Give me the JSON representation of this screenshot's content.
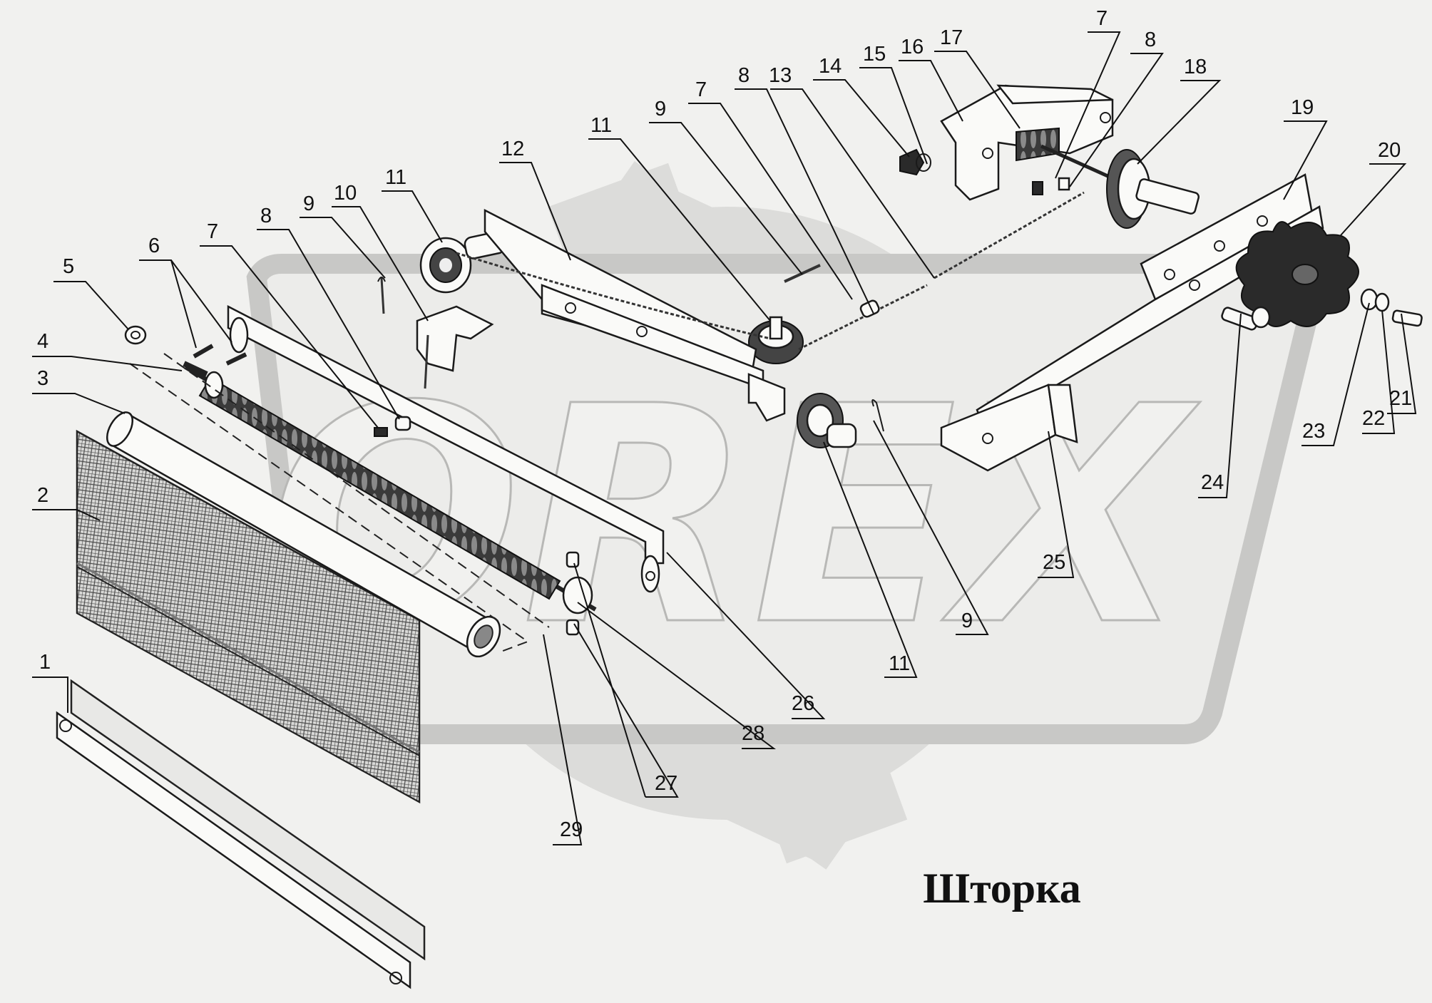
{
  "title": "Шторка",
  "watermark": "OREX",
  "callouts": [
    {
      "id": "c1",
      "label": "1"
    },
    {
      "id": "c2",
      "label": "2"
    },
    {
      "id": "c3",
      "label": "3"
    },
    {
      "id": "c4",
      "label": "4"
    },
    {
      "id": "c5",
      "label": "5"
    },
    {
      "id": "c6",
      "label": "6"
    },
    {
      "id": "c7a",
      "label": "7"
    },
    {
      "id": "c8a",
      "label": "8"
    },
    {
      "id": "c9a",
      "label": "9"
    },
    {
      "id": "c10",
      "label": "10"
    },
    {
      "id": "c11a",
      "label": "11"
    },
    {
      "id": "c12",
      "label": "12"
    },
    {
      "id": "c11b",
      "label": "11"
    },
    {
      "id": "c9b",
      "label": "9"
    },
    {
      "id": "c7b",
      "label": "7"
    },
    {
      "id": "c8b",
      "label": "8"
    },
    {
      "id": "c13",
      "label": "13"
    },
    {
      "id": "c14",
      "label": "14"
    },
    {
      "id": "c15",
      "label": "15"
    },
    {
      "id": "c16",
      "label": "16"
    },
    {
      "id": "c17",
      "label": "17"
    },
    {
      "id": "c7c",
      "label": "7"
    },
    {
      "id": "c8c",
      "label": "8"
    },
    {
      "id": "c18",
      "label": "18"
    },
    {
      "id": "c19",
      "label": "19"
    },
    {
      "id": "c20",
      "label": "20"
    },
    {
      "id": "c21",
      "label": "21"
    },
    {
      "id": "c22",
      "label": "22"
    },
    {
      "id": "c23",
      "label": "23"
    },
    {
      "id": "c24",
      "label": "24"
    },
    {
      "id": "c25",
      "label": "25"
    },
    {
      "id": "c9c",
      "label": "9"
    },
    {
      "id": "c11c",
      "label": "11"
    },
    {
      "id": "c26",
      "label": "26"
    },
    {
      "id": "c28",
      "label": "28"
    },
    {
      "id": "c27",
      "label": "27"
    },
    {
      "id": "c29",
      "label": "29"
    }
  ]
}
